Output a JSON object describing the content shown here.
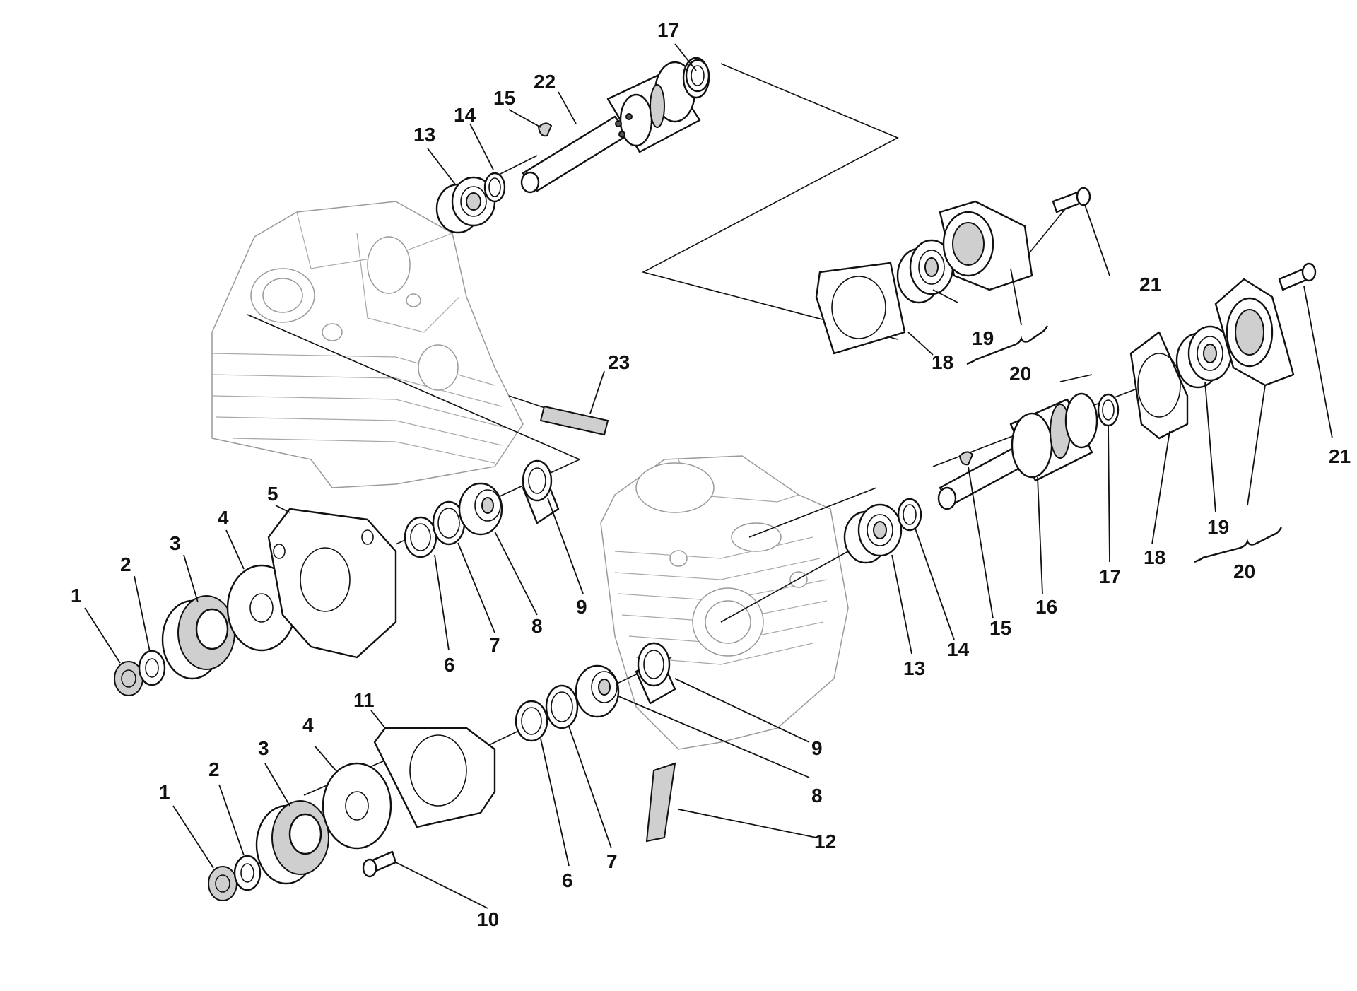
{
  "diagram": {
    "callouts": {
      "c1a": "1",
      "c2a": "2",
      "c3a": "3",
      "c4a": "4",
      "c5": "5",
      "c6a": "6",
      "c7a": "7",
      "c8a": "8",
      "c9a": "9",
      "c1b": "1",
      "c2b": "2",
      "c3b": "3",
      "c4b": "4",
      "c6b": "6",
      "c7b": "7",
      "c8b": "8",
      "c9b": "9",
      "c10": "10",
      "c11": "11",
      "c12": "12",
      "c13a": "13",
      "c14a": "14",
      "c15a": "15",
      "c17a": "17",
      "c22": "22",
      "c13b": "13",
      "c14b": "14",
      "c15b": "15",
      "c16": "16",
      "c17b": "17",
      "c18a": "18",
      "c19a": "19",
      "c20a": "20",
      "c21a": "21",
      "c18b": "18",
      "c19b": "19",
      "c20b": "20",
      "c21b": "21",
      "c23": "23"
    }
  }
}
